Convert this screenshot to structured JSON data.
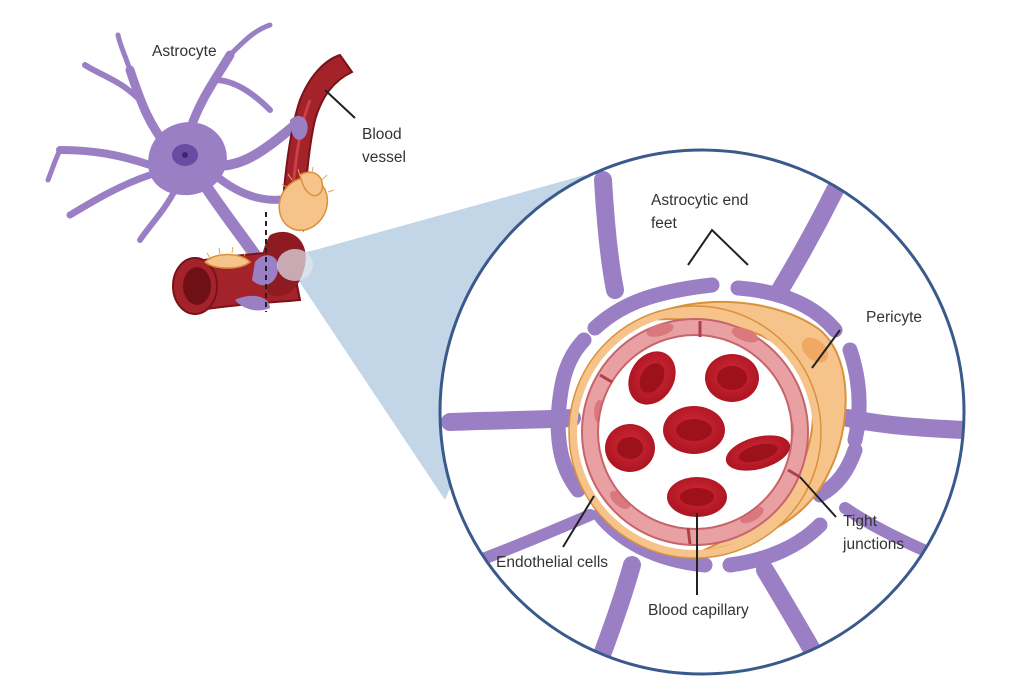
{
  "labels": {
    "astrocyte": "Astrocyte",
    "blood_vessel_line1": "Blood",
    "blood_vessel_line2": "vessel",
    "astrocytic_end_feet_line1": "Astrocytic end",
    "astrocytic_end_feet_line2": "feet",
    "pericyte": "Pericyte",
    "tight_junctions_line1": "Tight",
    "tight_junctions_line2": "junctions",
    "endothelial_cells": "Endothelial cells",
    "blood_capillary": "Blood capillary"
  },
  "colors": {
    "astrocyte": "#9b7fc4",
    "astrocyte_dark": "#7c5fae",
    "vessel": "#a4232b",
    "vessel_dark": "#6e1016",
    "pericyte": "#f6c48a",
    "pericyte_edge": "#d9913c",
    "endothelium": "#e9a0a3",
    "rbc": "#c41f2c",
    "rbc_center": "#9d111b",
    "circle_border": "#3a5a8c",
    "zoom_fill": "#b9cfe4"
  }
}
